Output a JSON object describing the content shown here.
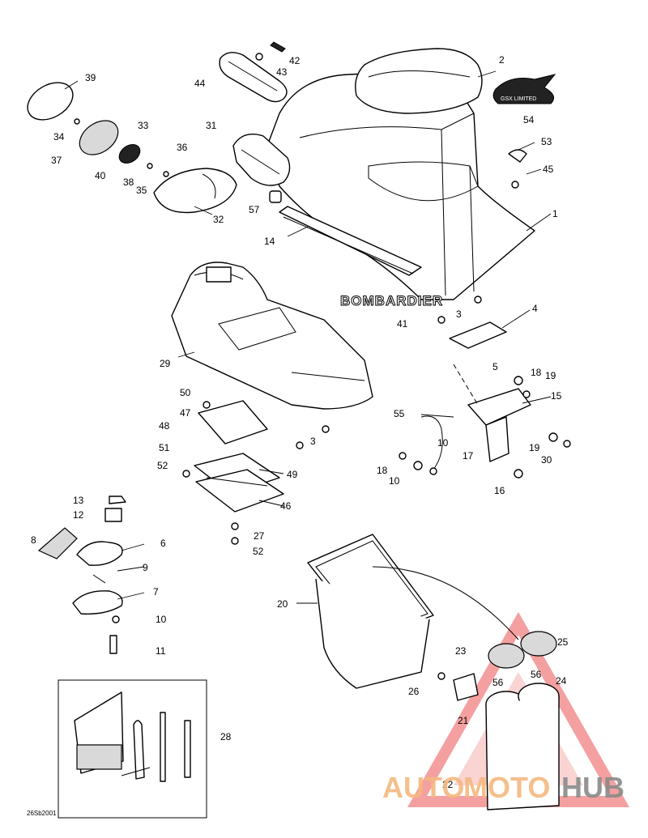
{
  "diagram": {
    "reference_code": "26Sb2001",
    "seat_lettering": "BOMBARDIER",
    "emblem_lettering": "GSX LIMITED",
    "watermark": {
      "word_auto": "AUTO",
      "word_moto": "MOTO",
      "word_hub": "HUB",
      "color_primary": "#f4b97f",
      "color_secondary": "#8a8a8a",
      "triangle_color": "#f08080"
    },
    "callouts": [
      "1",
      "2",
      "3",
      "4",
      "5",
      "6",
      "7",
      "8",
      "9",
      "10",
      "11",
      "12",
      "13",
      "14",
      "15",
      "16",
      "17",
      "18",
      "19",
      "20",
      "21",
      "22",
      "23",
      "24",
      "25",
      "26",
      "27",
      "28",
      "29",
      "30",
      "31",
      "32",
      "33",
      "34",
      "35",
      "36",
      "37",
      "38",
      "39",
      "40",
      "41",
      "42",
      "43",
      "44",
      "45",
      "46",
      "47",
      "48",
      "49",
      "50",
      "51",
      "52",
      "53",
      "54",
      "55",
      "56",
      "57"
    ]
  }
}
